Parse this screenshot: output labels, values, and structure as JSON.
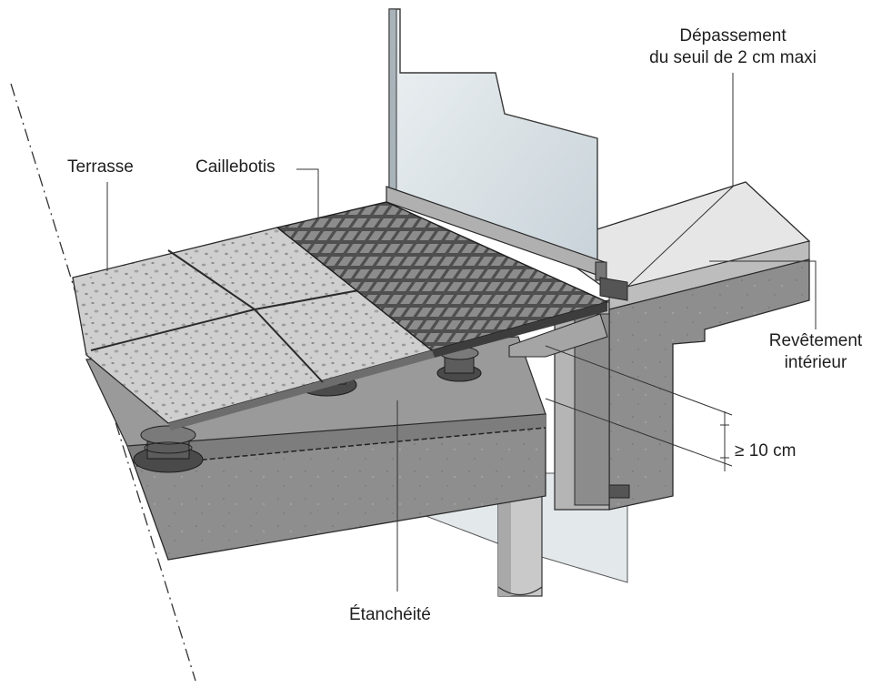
{
  "labels": {
    "terrasse": "Terrasse",
    "caillebotis": "Caillebotis",
    "depassement_line1": "Dépassement",
    "depassement_line2": "du seuil de 2 cm maxi",
    "revetement_line1": "Revêtement",
    "revetement_line2": "intérieur",
    "dimension": "≥ 10 cm",
    "etancheite": "Étanchéité"
  },
  "colors": {
    "concrete": "#8f8f8f",
    "concrete_dark": "#6e6e6e",
    "slab_light": "#bdbdbd",
    "interior_floor": "#e4e4e4",
    "grating": "#5a5a5a",
    "glass": "#d6dfe4",
    "outline": "#2a2a2a"
  }
}
